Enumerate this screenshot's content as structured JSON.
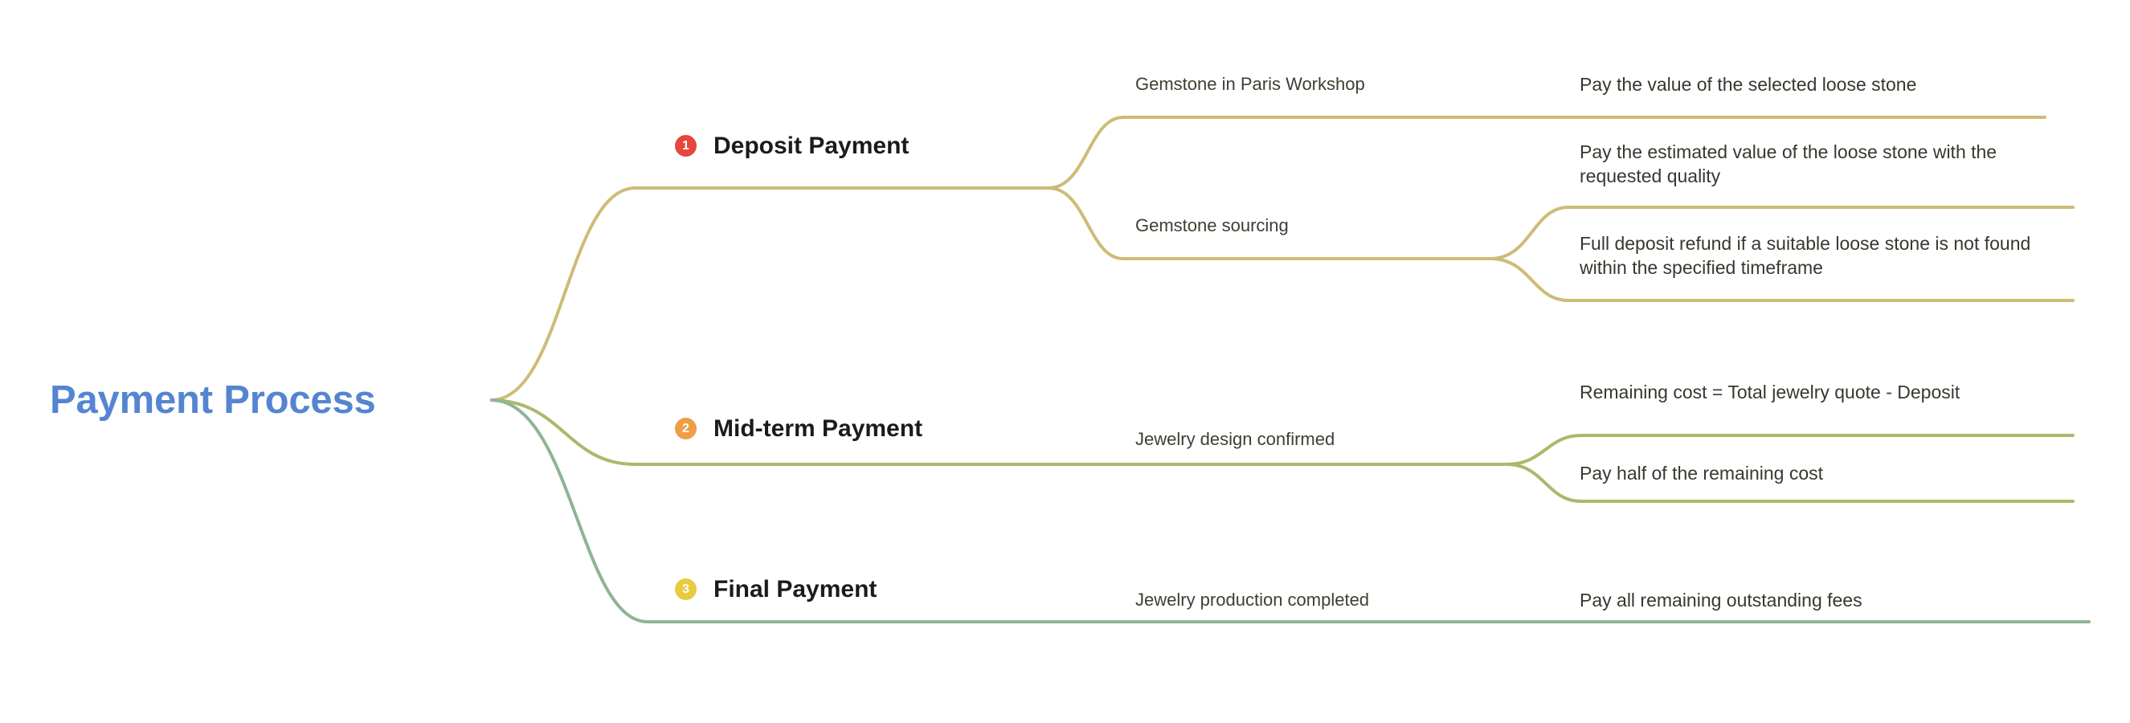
{
  "diagram": {
    "type": "mindmap",
    "title": "Payment Process",
    "root": {
      "label": "Payment Process",
      "color": "#5585D1"
    },
    "branches": [
      {
        "number": "1",
        "label": "Deposit Payment",
        "badge_color": "#E8453C",
        "line_color": "#CDBC77",
        "children": [
          {
            "label": "Gemstone in Paris Workshop",
            "children": [
              {
                "label": "Pay the value of the selected loose stone"
              }
            ]
          },
          {
            "label": "Gemstone sourcing",
            "children": [
              {
                "label": "Pay the estimated value of the loose stone with the requested quality"
              },
              {
                "label": "Full deposit refund if a suitable loose stone is not found within the specified timeframe"
              }
            ]
          }
        ]
      },
      {
        "number": "2",
        "label": "Mid-term Payment",
        "badge_color": "#EE9E48",
        "line_color": "#ACB86B",
        "children": [
          {
            "label": "Jewelry design confirmed",
            "children": [
              {
                "label": "Remaining cost = Total jewelry quote - Deposit"
              },
              {
                "label": "Pay half of the remaining cost"
              }
            ]
          }
        ]
      },
      {
        "number": "3",
        "label": "Final Payment",
        "badge_color": "#EACB3F",
        "line_color": "#8FB493",
        "children": [
          {
            "label": "Jewelry production completed",
            "children": [
              {
                "label": "Pay all remaining outstanding fees"
              }
            ]
          }
        ]
      }
    ]
  }
}
